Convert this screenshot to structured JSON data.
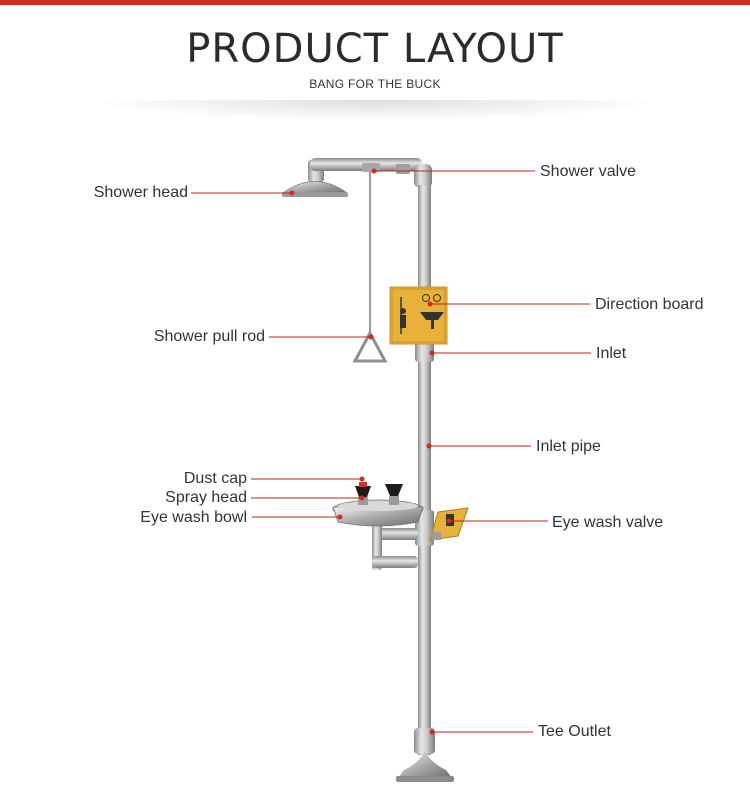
{
  "header": {
    "title": "PRODUCT LAYOUT",
    "subtitle": "BANG FOR THE BUCK"
  },
  "colors": {
    "accent": "#d42a20",
    "pipe": "#b9b9b9",
    "sign": "#e8b13a"
  },
  "labels": {
    "shower_valve": "Shower valve",
    "shower_head": "Shower head",
    "direction_board": "Direction board",
    "shower_pull_rod": "Shower pull rod",
    "inlet": "Inlet",
    "inlet_pipe": "Inlet pipe",
    "dust_cap": "Dust cap",
    "spray_head": "Spray head",
    "eye_wash_bowl": "Eye wash bowl",
    "eye_wash_valve": "Eye wash valve",
    "tee_outlet": "Tee Outlet"
  }
}
